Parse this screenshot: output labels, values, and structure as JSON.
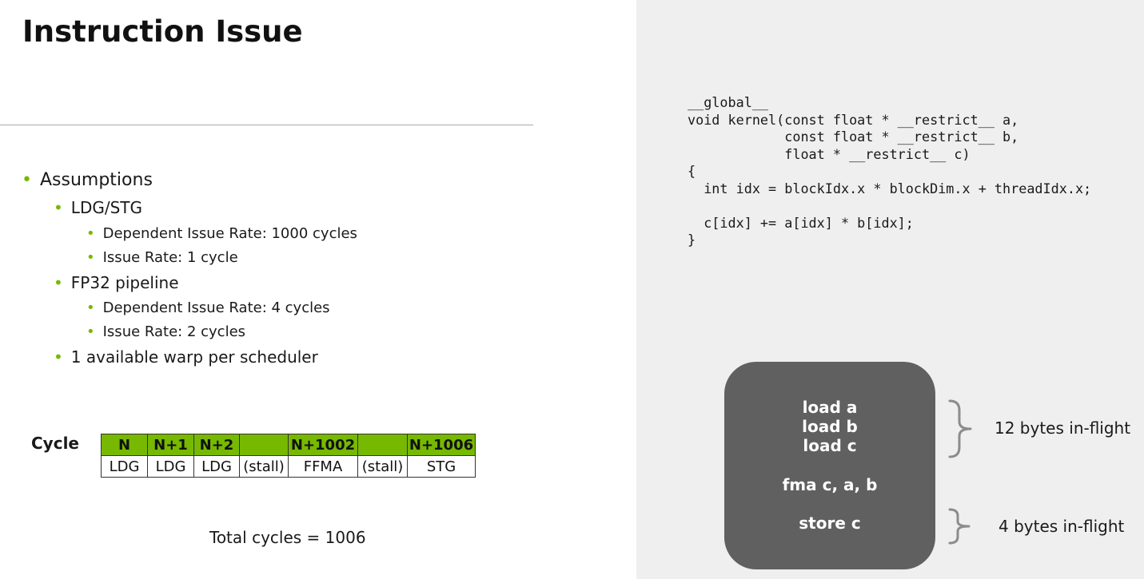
{
  "slide": {
    "title": "Instruction Issue"
  },
  "assumptions": {
    "heading": "Assumptions",
    "ldg_stg": {
      "label": "LDG/STG",
      "dependent_issue_rate": "Dependent Issue Rate: 1000 cycles",
      "issue_rate": "Issue Rate: 1 cycle"
    },
    "fp32": {
      "label": "FP32 pipeline",
      "dependent_issue_rate": "Dependent Issue Rate: 4 cycles",
      "issue_rate": "Issue Rate: 2 cycles"
    },
    "warps": "1 available warp per scheduler"
  },
  "cycle_table": {
    "label": "Cycle",
    "headers": [
      "N",
      "N+1",
      "N+2",
      "",
      "N+1002",
      "",
      "N+1006"
    ],
    "instructions": [
      "LDG",
      "LDG",
      "LDG",
      "(stall)",
      "FFMA",
      "(stall)",
      "STG"
    ]
  },
  "total": "Total cycles = 1006",
  "code": {
    "lines": [
      "__global__",
      "void kernel(const float * __restrict__ a,",
      "            const float * __restrict__ b,",
      "            float * __restrict__ c)",
      "{",
      "  int idx = blockIdx.x * blockDim.x + threadIdx.x;",
      "",
      "  c[idx] += a[idx] * b[idx];",
      "}"
    ]
  },
  "instruction_box": {
    "load_a": "load a",
    "load_b": "load b",
    "load_c": "load c",
    "fma": "fma c, a, b",
    "store": "store c"
  },
  "annotations": {
    "loads_in_flight": "12 bytes in-flight",
    "store_in_flight": "4 bytes in-flight"
  },
  "colors": {
    "accent_green": "#76b900",
    "stall_red": "#e31b1b",
    "box_gray": "#606060",
    "right_panel_bg": "#efefef"
  }
}
